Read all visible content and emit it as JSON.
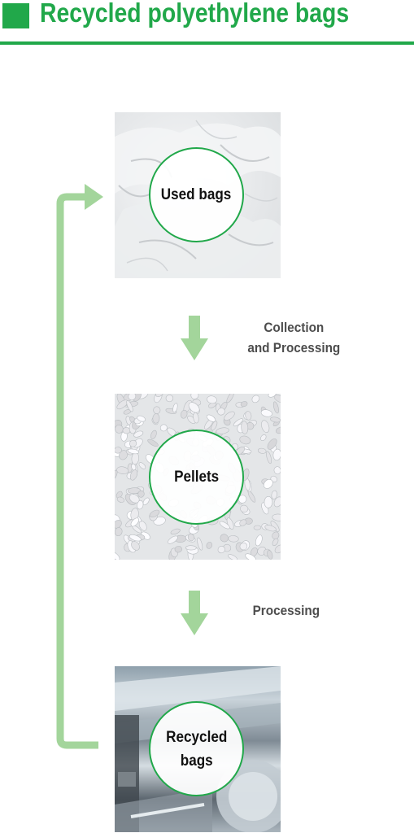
{
  "title": "Recycled polyethylene bags",
  "colors": {
    "brand_green": "#21a84a",
    "arrow_green": "#a3d59b",
    "label_gray": "#4d4d4d"
  },
  "nodes": [
    {
      "label": "Used bags",
      "image": "crumpled-plastic-bags"
    },
    {
      "label": "Pellets",
      "image": "plastic-pellets"
    },
    {
      "label": "Recycled\nbags",
      "image": "film-rollers"
    }
  ],
  "steps": [
    {
      "label_line1": "Collection",
      "label_line2": "and Processing"
    },
    {
      "label_line1": "Processing"
    }
  ],
  "icons": {
    "down_arrow": "down-arrow-icon",
    "loop_arrow": "return-arrow-icon"
  }
}
